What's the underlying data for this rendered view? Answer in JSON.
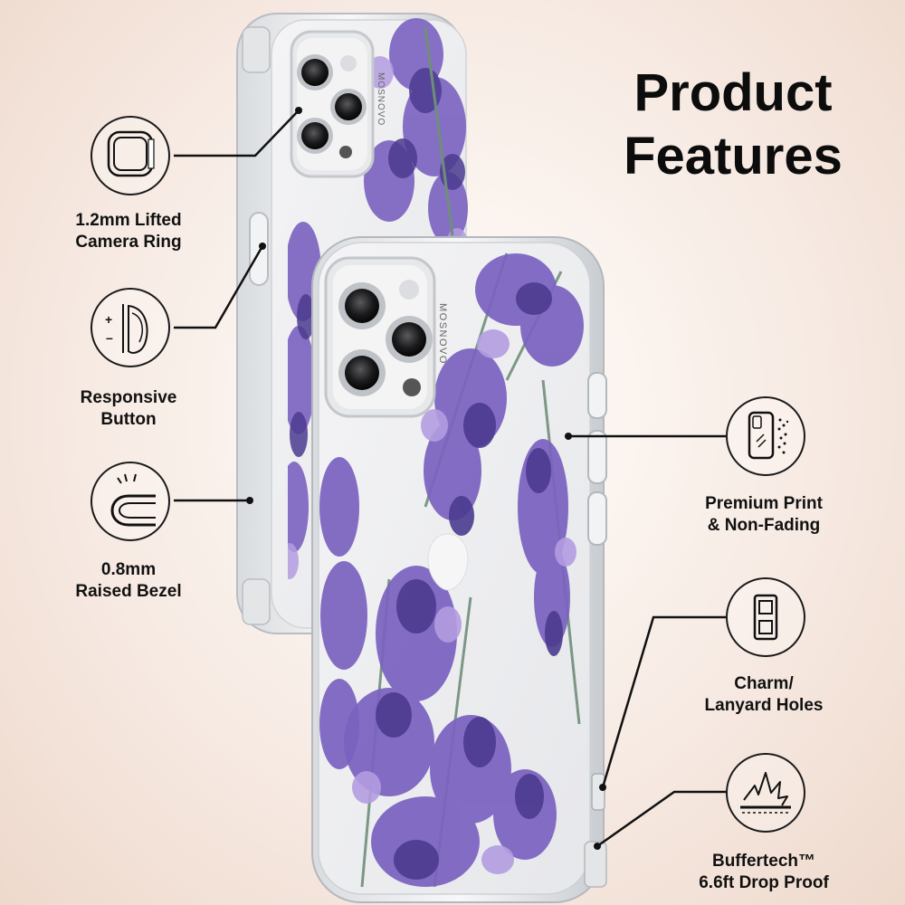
{
  "title": {
    "line1": "Product",
    "line2": "Features"
  },
  "features": [
    {
      "icon": "camera-ring-icon",
      "line1": "1.2mm Lifted",
      "line2": "Camera Ring"
    },
    {
      "icon": "responsive-button-icon",
      "line1": "Responsive",
      "line2": "Button"
    },
    {
      "icon": "raised-bezel-icon",
      "line1": "0.8mm",
      "line2": "Raised Bezel"
    },
    {
      "icon": "premium-print-icon",
      "line1": "Premium Print",
      "line2": "& Non-Fading"
    },
    {
      "icon": "lanyard-holes-icon",
      "line1": "Charm/",
      "line2": "Lanyard Holes"
    },
    {
      "icon": "drop-proof-icon",
      "line1": "Buffertech™",
      "line2": "6.6ft Drop Proof"
    }
  ],
  "phone": {
    "brand_text": "MOSNOVO"
  },
  "colors": {
    "lavender_dark": "#4b3b8f",
    "lavender_mid": "#7a62c0",
    "lavender_light": "#b39ce0",
    "leaf": "#6f8e7a"
  }
}
